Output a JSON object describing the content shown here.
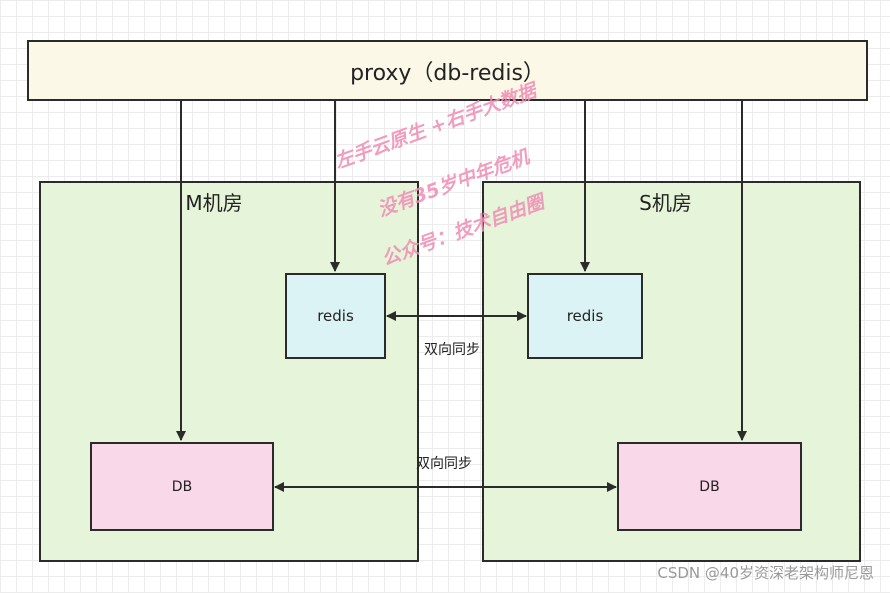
{
  "proxy": {
    "label": "proxy（db-redis）"
  },
  "rooms": {
    "m": {
      "title": "M机房",
      "redis": "redis",
      "db": "DB"
    },
    "s": {
      "title": "S机房",
      "redis": "redis",
      "db": "DB"
    }
  },
  "sync": {
    "redis_label": "双向同步",
    "db_label": "双向同步"
  },
  "watermark": {
    "line1": "左手云原生 +右手大数据",
    "line2": "没有35岁中年危机",
    "line3": "公众号：技术自由圈"
  },
  "credit": "CSDN @40岁资深老架构师尼恩"
}
